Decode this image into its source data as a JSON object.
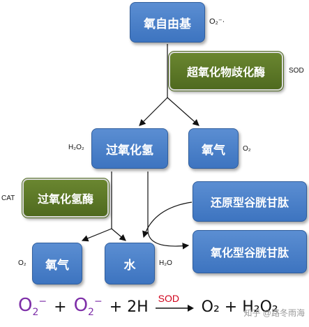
{
  "nodes": {
    "superoxide_radical": "氧自由基",
    "sod": "超氧化物歧化酶",
    "hydrogen_peroxide": "过氧化氢",
    "oxygen_top": "氧气",
    "catalase": "过氧化氢酶",
    "reduced_glutathione": "还原型谷胱甘肽",
    "oxygen_bottom": "氧气",
    "water": "水",
    "oxidized_glutathione": "氧化型谷胱甘肽"
  },
  "labels": {
    "superoxide_formula": "O₂⁻·",
    "sod_abbr": "SOD",
    "h2o2_formula": "H₂O₂",
    "o2_formula_top": "O₂",
    "cat_abbr": "CAT",
    "o2_formula_bottom": "O₂",
    "h2o_formula": "H₂O"
  },
  "equation": {
    "plus": "+",
    "plus_2h": "+ 2H",
    "catalyst": "SOD",
    "products": "O₂ + H₂O₂"
  },
  "watermark": "知乎 @路冬雨海",
  "colors": {
    "node_blue": "#4a80c8",
    "enzyme_green": "#5a7727",
    "radical_purple": "#7e2fa8",
    "catalyst_red": "#d0021b"
  }
}
